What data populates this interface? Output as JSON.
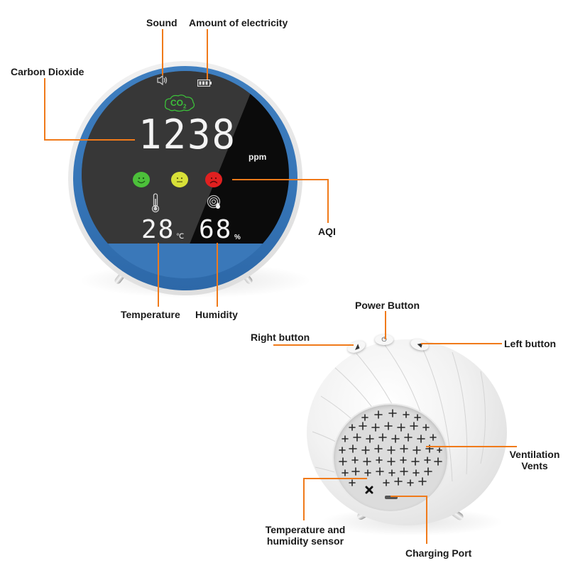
{
  "labels": {
    "sound": "Sound",
    "electricity": "Amount of electricity",
    "carbon_dioxide": "Carbon Dioxide",
    "aqi": "AQI",
    "temperature": "Temperature",
    "humidity": "Humidity",
    "power_button": "Power Button",
    "right_button": "Right button",
    "left_button": "Left button",
    "ventilation_line1": "Ventilation",
    "ventilation_line2": "Vents",
    "sensor_line1": "Temperature and",
    "sensor_line2": "humidity sensor",
    "charging_port": "Charging Port"
  },
  "display": {
    "co2_badge": "CO",
    "co2_sub": "2",
    "co2_value": "1238",
    "co2_unit": "ppm",
    "temperature_value": "28",
    "temperature_unit": "℃",
    "humidity_value": "68",
    "humidity_unit": "%",
    "sound_icon": "🔈",
    "battery_icon": "battery-icon",
    "aqi_faces": [
      {
        "state": "good",
        "color": "#4cc03a",
        "glyph": "☺"
      },
      {
        "state": "moderate",
        "color": "#d8e038",
        "glyph": "😐"
      },
      {
        "state": "bad",
        "color": "#e02020",
        "glyph": "☹"
      }
    ]
  },
  "buttons": {
    "power_glyph": "⏻",
    "right_glyph": "◢",
    "left_glyph": "◀"
  },
  "colors": {
    "callout_line": "#f07a1a",
    "device_blue": "#3a78b9",
    "screen": "#0b0b0b",
    "co2_green": "#3cc03a"
  }
}
